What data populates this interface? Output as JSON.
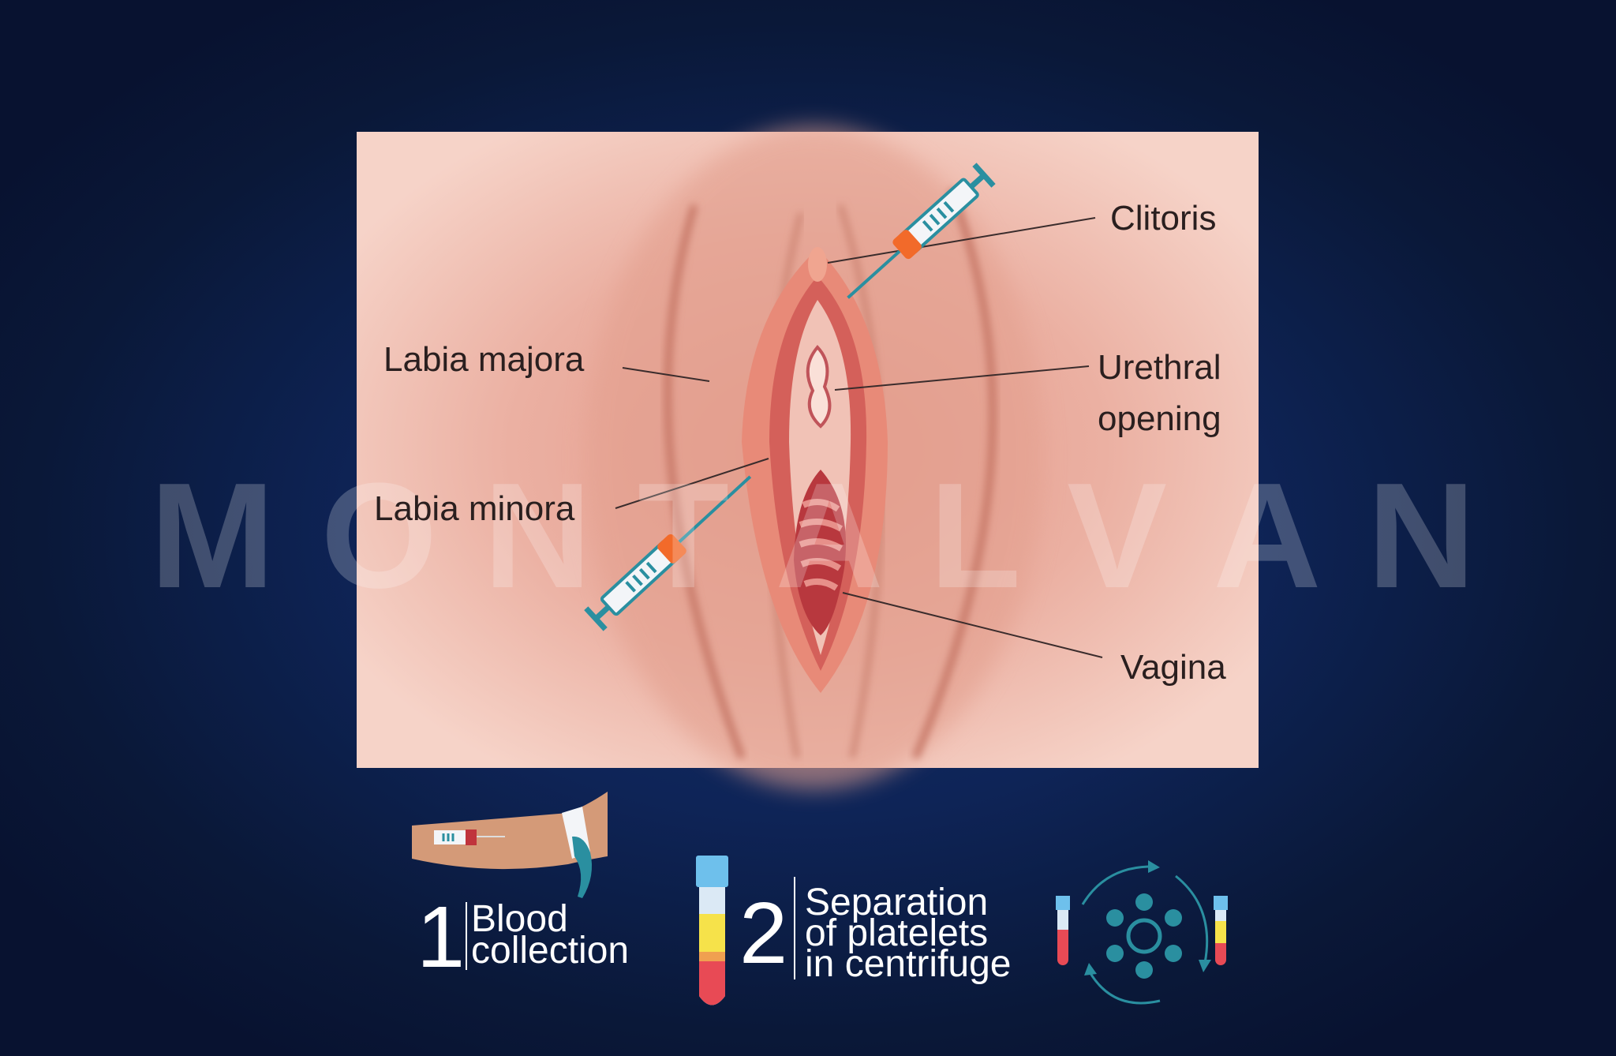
{
  "diagram": {
    "labels": {
      "clitoris": "Clitoris",
      "labia_majora": "Labia majora",
      "urethral_opening_line1": "Urethral",
      "urethral_opening_line2": "opening",
      "labia_minora": "Labia minora",
      "vagina": "Vagina"
    },
    "watermark": [
      "M",
      "O",
      "N",
      "T",
      "A",
      "L",
      "V",
      "A",
      "N"
    ]
  },
  "steps": [
    {
      "number": "1",
      "text_lines": [
        "Blood",
        "collection"
      ]
    },
    {
      "number": "2",
      "text_lines": [
        "Separation",
        "of platelets",
        "in centrifuge"
      ]
    }
  ],
  "colors": {
    "background": "#0e2457",
    "panel": "#f2c4b6",
    "syringe_accent": "#f26a2a",
    "teal": "#2a8fa0",
    "blood": "#e84a55",
    "plasma": "#f6e24a",
    "cap": "#6ec0ec"
  }
}
